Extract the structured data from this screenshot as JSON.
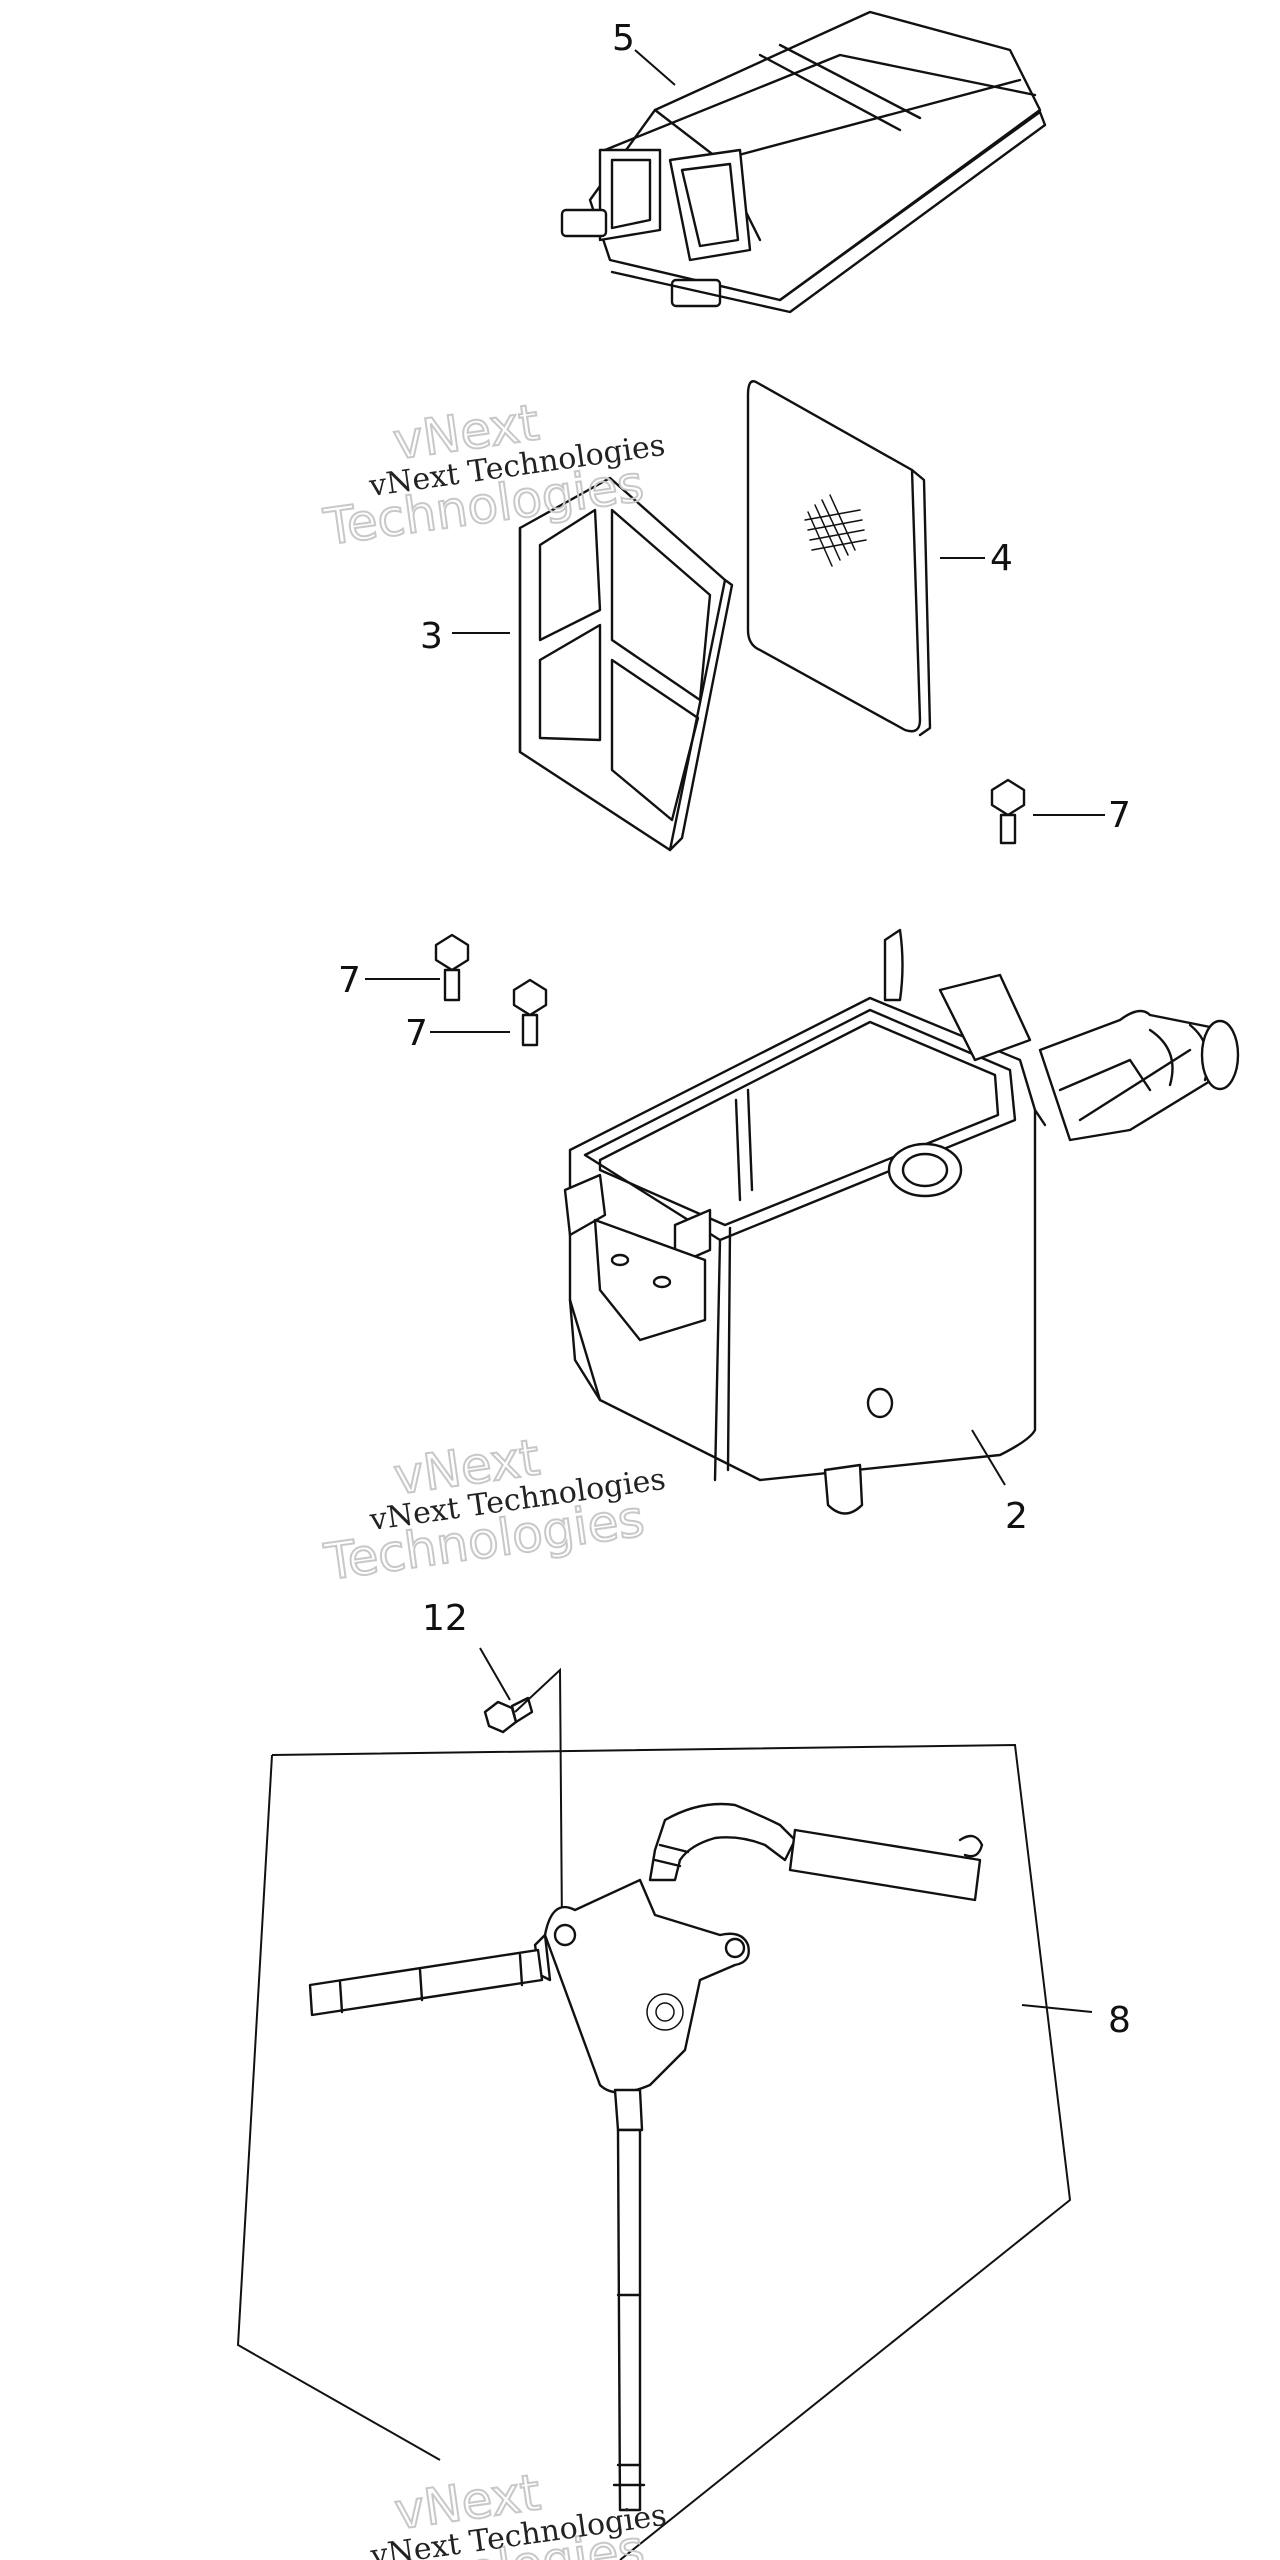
{
  "callouts": {
    "c5": "5",
    "c4": "4",
    "c3": "3",
    "c7a": "7",
    "c7b": "7",
    "c7c": "7",
    "c2": "2",
    "c12": "12",
    "c8": "8"
  },
  "watermark": {
    "line1": "vNext Technologies",
    "line2a": "vNext",
    "line2b": "Technologies"
  },
  "colors": {
    "ink": "#111111",
    "watermark_outline": "#c8c8c8",
    "background": "#ffffff"
  }
}
